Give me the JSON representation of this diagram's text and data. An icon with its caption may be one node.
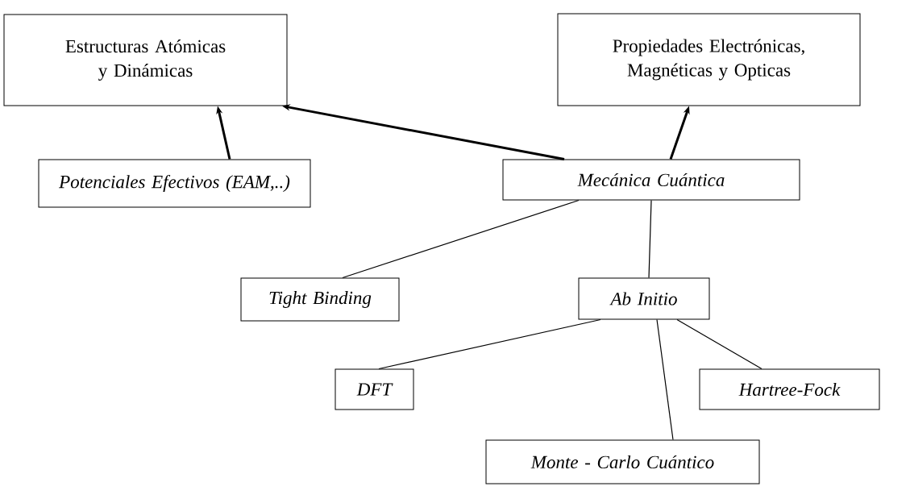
{
  "diagram": {
    "nodes": [
      {
        "text": [
          "Estructuras Atómicas y Dinámicas"
        ]
      },
      {
        "text": [
          "Propiedades Electrónicas, Magnéticas y Opticas"
        ]
      },
      {
        "text": [
          "Potenciales Efectivos (EAM,..)"
        ]
      },
      {
        "text": [
          "Mecánica Cuántica"
        ]
      },
      {
        "text": [
          "Tight Binding"
        ]
      },
      {
        "text": [
          "Ab Initio"
        ]
      },
      {
        "text": [
          "DFT"
        ]
      },
      {
        "text": [
          "Hartree-Fock"
        ]
      },
      {
        "text": [
          "Monte - Carlo Cuántico"
        ]
      }
    ],
    "edges": [
      {
        "from": 2,
        "to": 0,
        "arrow": "to",
        "style": "thick"
      },
      {
        "from": 3,
        "to": 0,
        "arrow": "to",
        "style": "thick"
      },
      {
        "from": 3,
        "to": 1,
        "arrow": "to",
        "style": "thick"
      },
      {
        "from": 3,
        "to": 4,
        "arrow": "none"
      },
      {
        "from": 3,
        "to": 5,
        "arrow": "none"
      },
      {
        "from": 5,
        "to": 6,
        "arrow": "none"
      },
      {
        "from": 5,
        "to": 7,
        "arrow": "none"
      },
      {
        "from": 5,
        "to": 8,
        "arrow": "none"
      }
    ]
  }
}
